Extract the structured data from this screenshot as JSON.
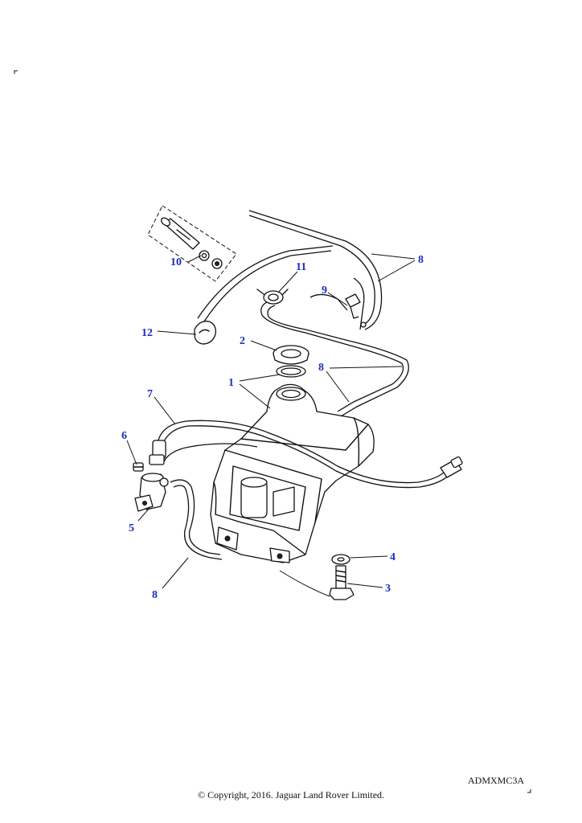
{
  "callouts": [
    {
      "id": "c1",
      "text": "1"
    },
    {
      "id": "c2",
      "text": "2"
    },
    {
      "id": "c3",
      "text": "3"
    },
    {
      "id": "c4",
      "text": "4"
    },
    {
      "id": "c5",
      "text": "5"
    },
    {
      "id": "c6",
      "text": "6"
    },
    {
      "id": "c7",
      "text": "7"
    },
    {
      "id": "c8a",
      "text": "8"
    },
    {
      "id": "c8b",
      "text": "8"
    },
    {
      "id": "c8c",
      "text": "8"
    },
    {
      "id": "c9",
      "text": "9"
    },
    {
      "id": "c10",
      "text": "10"
    },
    {
      "id": "c11",
      "text": "11"
    },
    {
      "id": "c12",
      "text": "12"
    }
  ],
  "reference_code": "ADMXMC3A",
  "copyright": "© Copyright, 2016. Jaguar Land Rover Limited."
}
